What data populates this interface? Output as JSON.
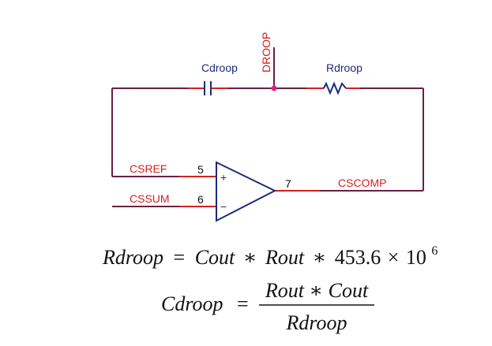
{
  "schematic": {
    "nets": {
      "droop": "DROOP",
      "csref": "CSREF",
      "cssum": "CSSUM",
      "cscomp": "CSCOMP"
    },
    "components": {
      "capacitor_label": "Cdroop",
      "resistor_label": "Rdroop"
    },
    "opamp": {
      "pin_plus": "5",
      "pin_minus": "6",
      "pin_out": "7",
      "plus_sign": "+",
      "minus_sign": "−"
    },
    "colors": {
      "wire": "#6b1f45",
      "net_label": "#d42020",
      "component": "#1d2a7a",
      "junction": "#e0208a",
      "pin_text": "#111111"
    }
  },
  "equations": {
    "eq1": {
      "lhs": "Rdroop",
      "equals": "=",
      "term1": "Cout",
      "times1": "∗",
      "term2": "Rout",
      "times2": "∗",
      "coefficient": "453.6",
      "cross": "×",
      "base": "10",
      "exponent": "6"
    },
    "eq2": {
      "lhs": "Cdroop",
      "equals": "=",
      "numerator": "Rout ∗ Cout",
      "denominator": "Rdroop"
    }
  }
}
